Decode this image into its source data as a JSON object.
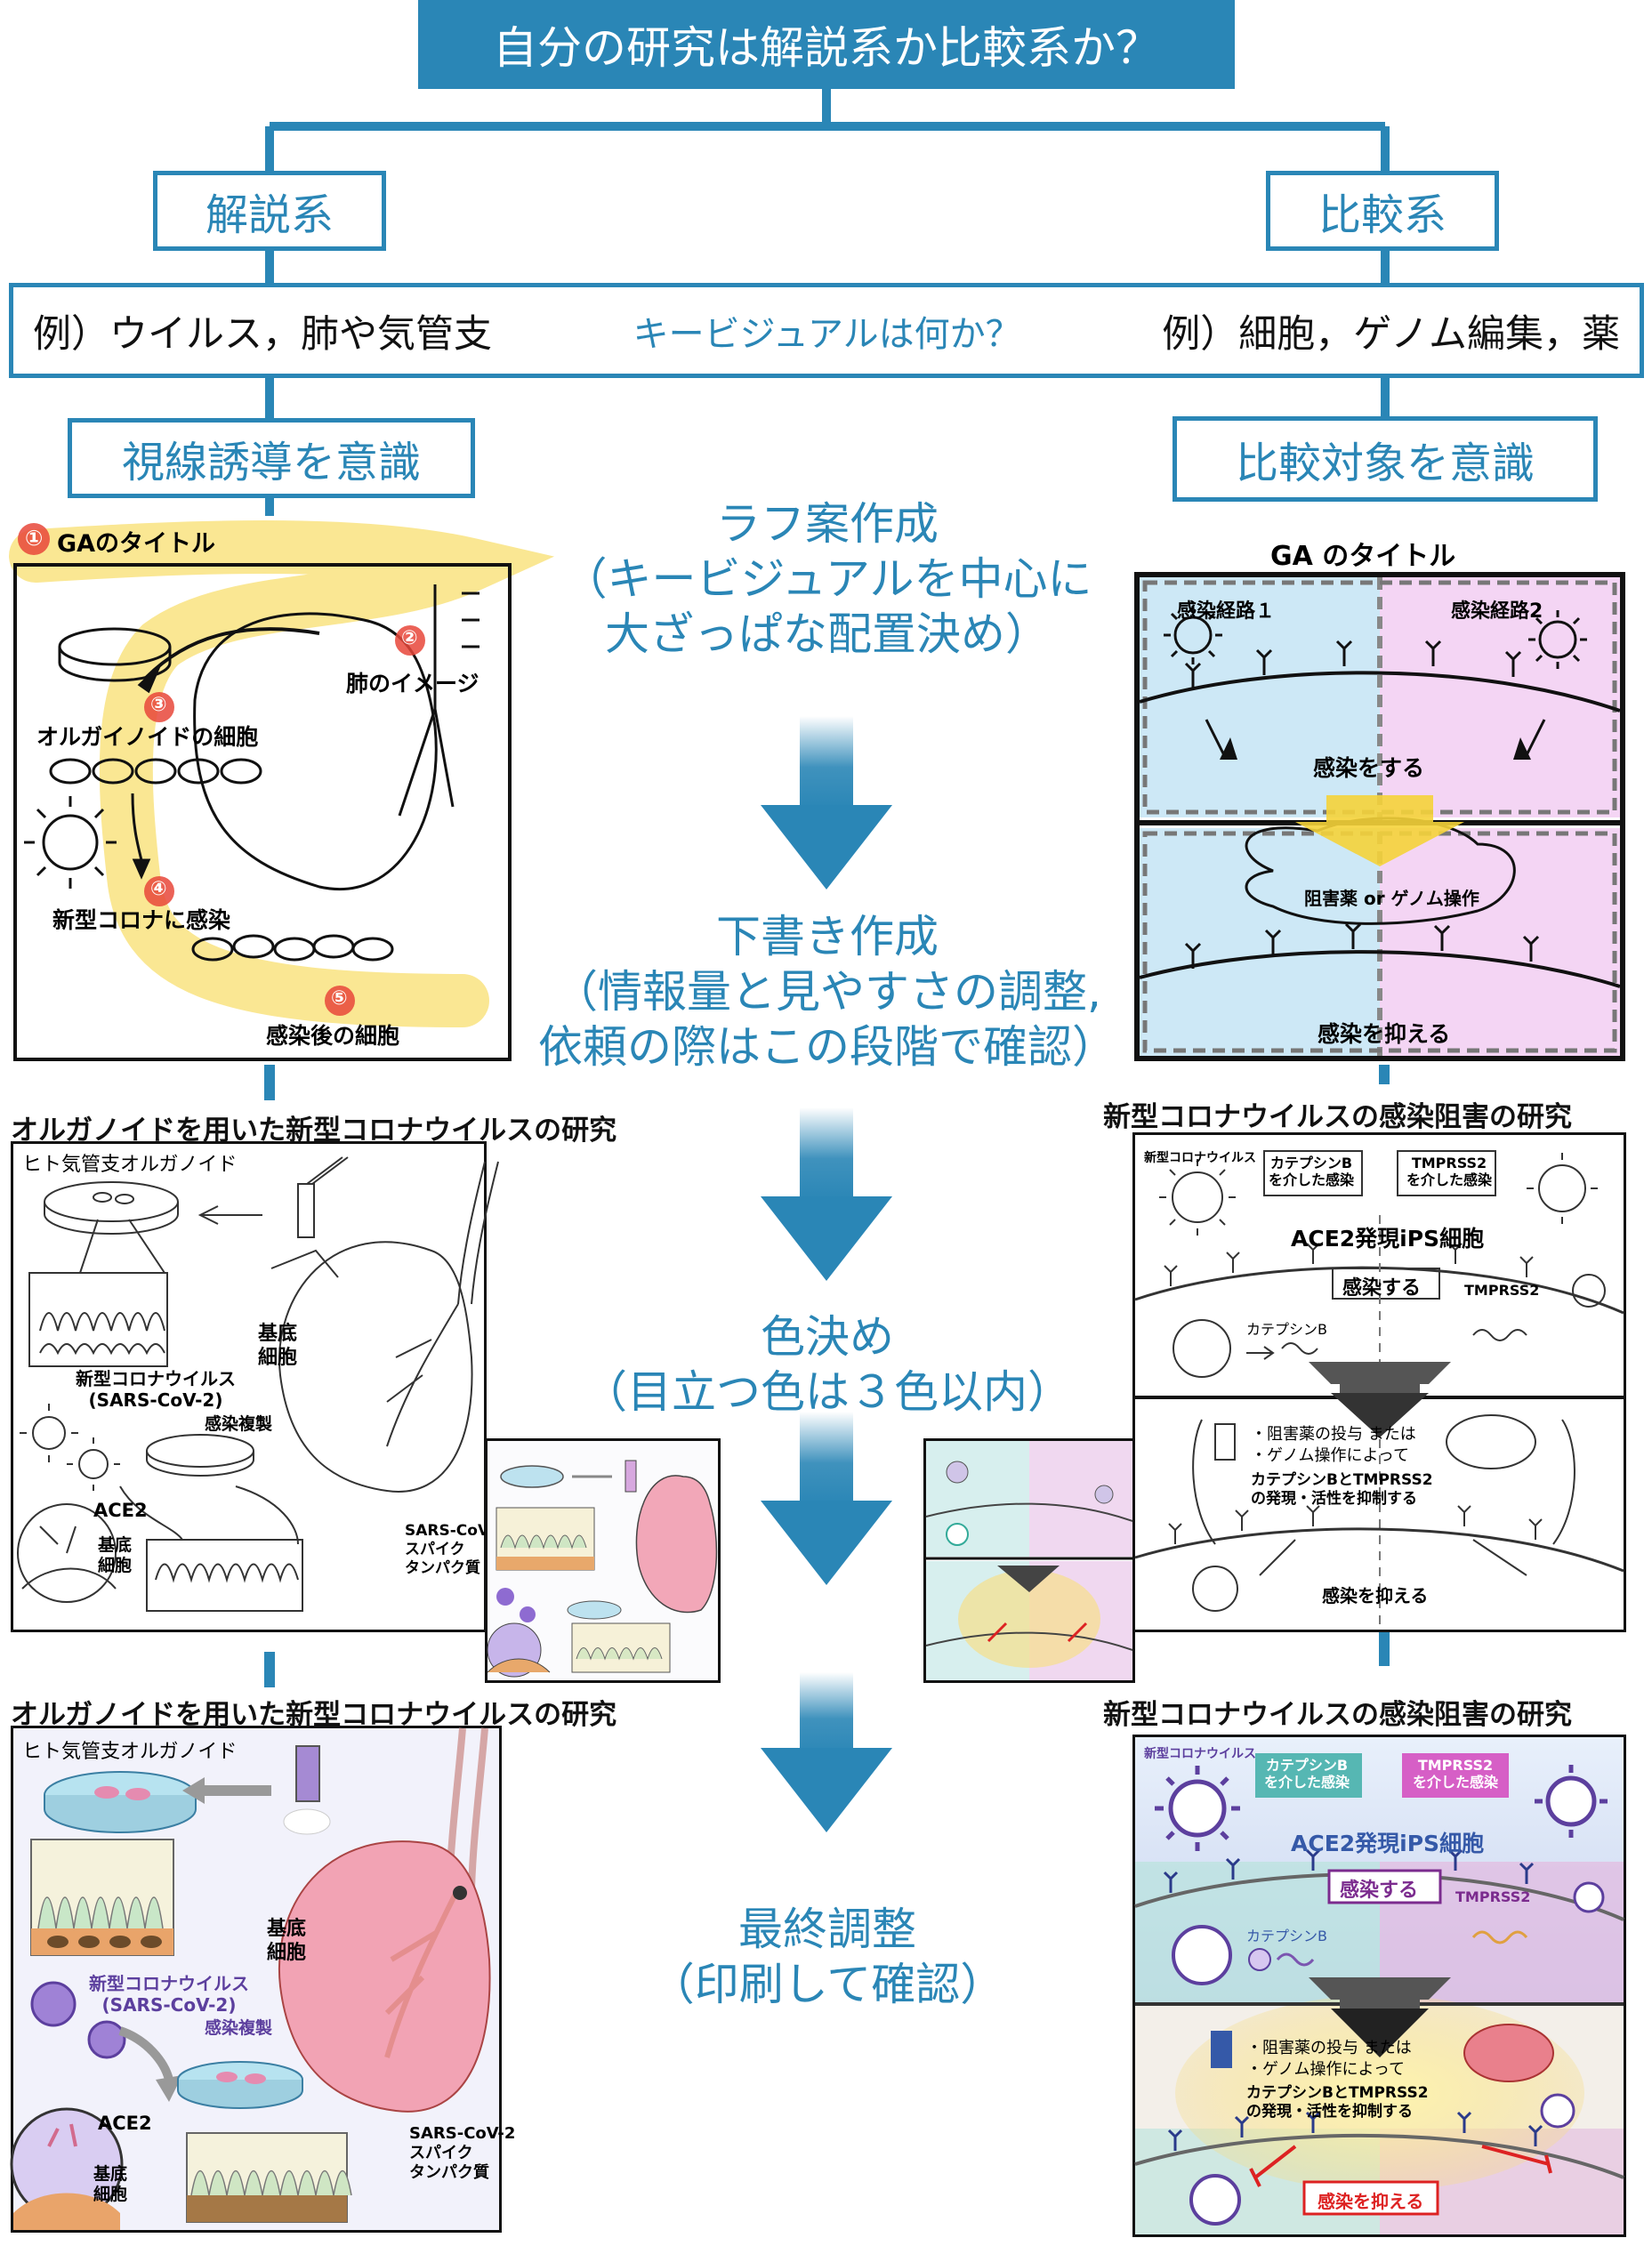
{
  "title": "自分の研究は解説系か比較系か？",
  "left_type": "解説系",
  "right_type": "比較系",
  "examples": {
    "left": "例）ウイルス，肺や気管支",
    "center": "キービジュアルは何か？",
    "right": "例）細胞，ゲノム編集，薬"
  },
  "focus": {
    "left": "視線誘導を意識",
    "right": "比較対象を意識"
  },
  "steps": [
    {
      "line1": "ラフ案作成",
      "line2": "（キービジュアルを中心に",
      "line3": "大ざっぱな配置決め）"
    },
    {
      "line1": "下書き作成",
      "line2": "（情報量と見やすさの調整,",
      "line3": "依頼の際はこの段階で確認）"
    },
    {
      "line1": "色決め",
      "line2": "（目立つ色は３色以内）"
    },
    {
      "line1": "最終調整",
      "line2": "（印刷して確認）"
    }
  ],
  "rough_left": {
    "n1": "①",
    "ga_title": "GAのタイトル",
    "n2": "②",
    "lung": "肺のイメージ",
    "n3": "③",
    "organoid_cells": "オルガイノイドの細胞",
    "n4": "④",
    "infection": "新型コロナに感染",
    "n5": "⑤",
    "after": "感染後の細胞"
  },
  "rough_right": {
    "ga_title": "GA のタイトル",
    "route1": "感染経路１",
    "route2": "感染経路2",
    "infect": "感染をする",
    "inhibit": "阻害薬 or ゲノム操作",
    "suppress": "感染を抑える"
  },
  "draft_left": {
    "caption": "オルガノイドを用いた新型コロナウイルスの研究",
    "organoid": "ヒト気管支オルガノイド",
    "basal_1": "基底",
    "basal_2": "細胞",
    "virus_1": "新型コロナウイルス",
    "virus_2": "(SARS-CoV-2)",
    "replication": "感染複製",
    "ace2": "ACE2",
    "ace_basal_1": "基底",
    "ace_basal_2": "細胞",
    "spike_1": "SARS-CoV",
    "spike_2": "スパイク",
    "spike_3": "タンパク質"
  },
  "draft_right": {
    "caption": "新型コロナウイルスの感染阻害の研究",
    "virus": "新型コロナウイルス",
    "catB_1": "カテプシンB",
    "catB_2": "を介した感染",
    "tmp_1": "TMPRSS2",
    "tmp_2": "を介した感染",
    "ips": "ACE2発現iPS細胞",
    "infect": "感染する",
    "tmprss2": "TMPRSS2",
    "cathepsin": "カテプシンB",
    "drug_1": "・阻害薬の投与 または",
    "drug_2": "・ゲノム操作によって",
    "express_1": "カテプシンBとTMPRSS2",
    "express_2": "の発現・活性を抑制する",
    "suppress": "感染を抑える"
  },
  "final_left": {
    "caption": "オルガノイドを用いた新型コロナウイルスの研究",
    "organoid": "ヒト気管支オルガノイド",
    "basal_1": "基底",
    "basal_2": "細胞",
    "virus_1": "新型コロナウイルス",
    "virus_2": "(SARS-CoV-2)",
    "replication": "感染複製",
    "ace2": "ACE2",
    "ace_basal_1": "基底",
    "ace_basal_2": "細胞",
    "spike_1": "SARS-CoV-2",
    "spike_2": "スパイク",
    "spike_3": "タンパク質"
  },
  "final_right": {
    "caption": "新型コロナウイルスの感染阻害の研究",
    "virus": "新型コロナウイルス",
    "catB_1": "カテプシンB",
    "catB_2": "を介した感染",
    "tmp_1": "TMPRSS2",
    "tmp_2": "を介した感染",
    "ips": "ACE2発現iPS細胞",
    "infect": "感染する",
    "tmprss2": "TMPRSS2",
    "cathepsin": "カテプシンB",
    "drug_1": "・阻害薬の投与 または",
    "drug_2": "・ゲノム操作によって",
    "express_1": "カテプシンBとTMPRSS2",
    "express_2": "の発現・活性を抑制する",
    "suppress": "感染を抑える"
  },
  "colors": {
    "accent": "#2a86b6",
    "highlight": "#f5d33a",
    "marker": "#e8463a",
    "route_blue": "#cde8f6",
    "route_pink": "#f4d5f4",
    "teal": "#56b7b3",
    "magenta": "#d65fc6",
    "virus_purple": "#5c3f9e"
  }
}
